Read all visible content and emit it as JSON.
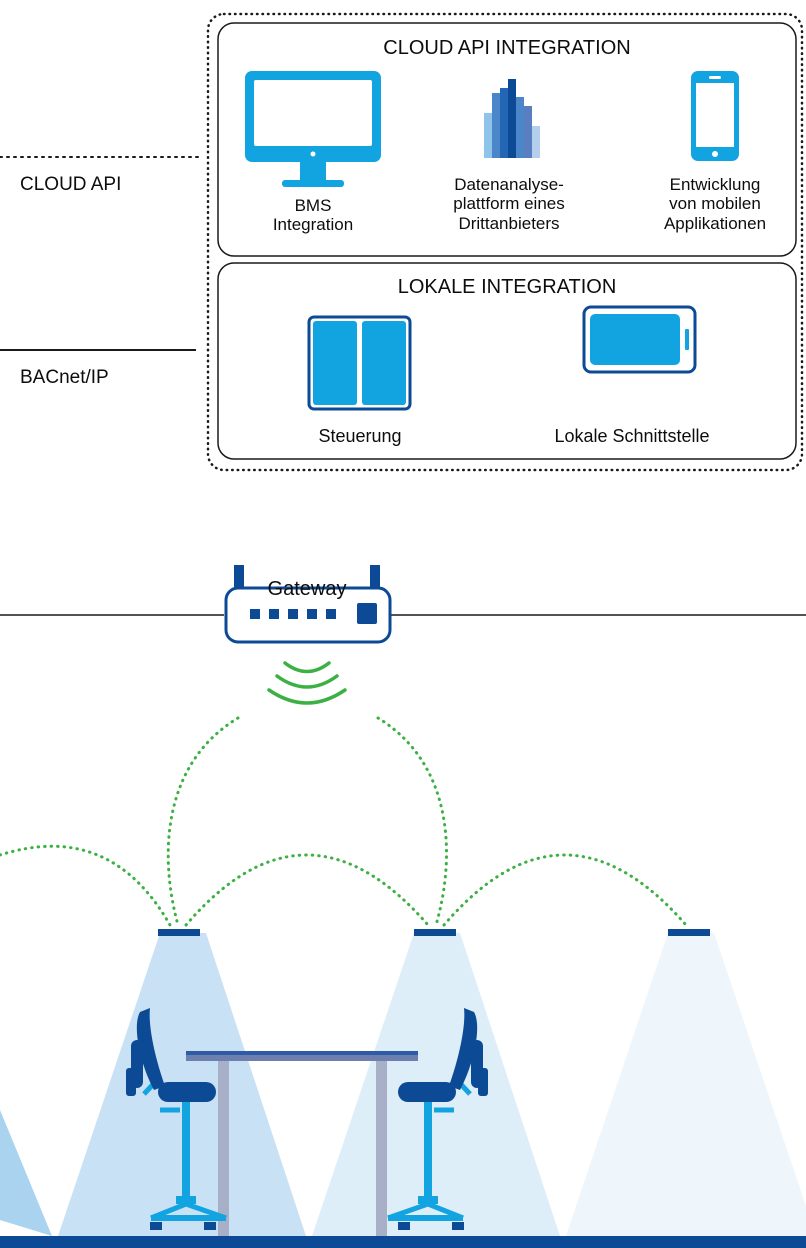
{
  "links": {
    "cloud_api_label": "CLOUD API",
    "bacnet_label": "BACnet/IP"
  },
  "cloud_box": {
    "title": "CLOUD API INTEGRATION",
    "items": [
      {
        "icon": "monitor-icon",
        "line1": "BMS",
        "line2": "Integration"
      },
      {
        "icon": "bar-chart-icon",
        "line1": "Datenanalyse-",
        "line2": "plattform eines",
        "line3": "Drittanbieters"
      },
      {
        "icon": "smartphone-icon",
        "line1": "Entwicklung",
        "line2": "von mobilen",
        "line3": "Applikationen"
      }
    ]
  },
  "local_box": {
    "title": "LOKALE INTEGRATION",
    "items": [
      {
        "icon": "control-panel-icon",
        "label": "Steuerung"
      },
      {
        "icon": "tablet-icon",
        "label": "Lokale Schnittstelle"
      }
    ]
  },
  "gateway": {
    "label": "Gateway",
    "icon": "router-icon"
  },
  "colors": {
    "primary_blue": "#0d4a96",
    "light_blue": "#12a4e0",
    "wireless_green": "#3cb043",
    "beam_blue": "#c8e1f5",
    "line_dark": "#1a1a1a"
  }
}
